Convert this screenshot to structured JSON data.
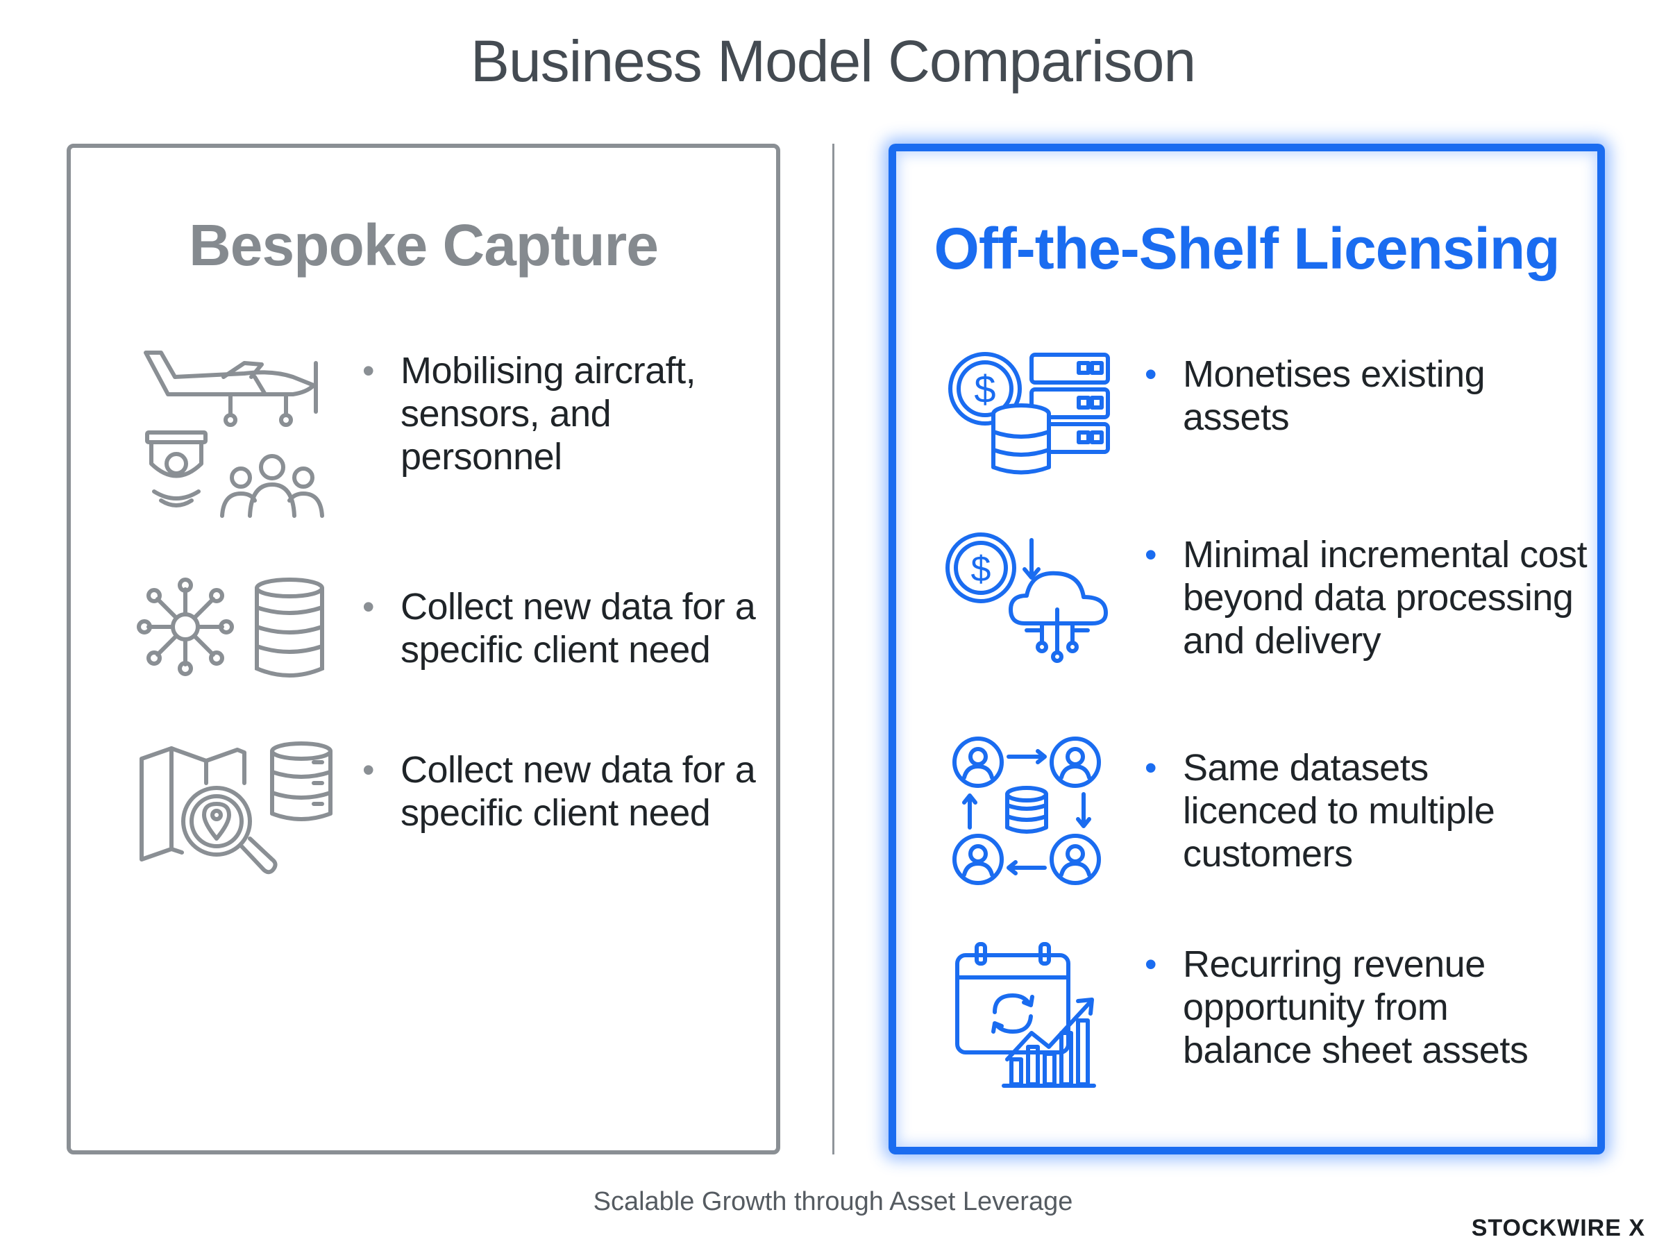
{
  "title": "Business Model Comparison",
  "left_panel": {
    "title": "Bespoke Capture",
    "items": [
      {
        "icon": "aircraft-sensors-personnel-icon",
        "text": "Mobilising aircraft, sensors, and personnel"
      },
      {
        "icon": "network-database-icon",
        "text": "Collect new data for a specific client need"
      },
      {
        "icon": "map-search-database-icon",
        "text": "Collect new data for a specific client need"
      }
    ]
  },
  "right_panel": {
    "title": "Off-the-Shelf Licensing",
    "items": [
      {
        "icon": "dollar-server-database-icon",
        "text": "Monetises existing assets"
      },
      {
        "icon": "dollar-cloud-icon",
        "text": "Minimal incremental cost beyond data processing and delivery"
      },
      {
        "icon": "users-cycle-database-icon",
        "text": "Same datasets licenced to multiple customers"
      },
      {
        "icon": "calendar-growth-chart-icon",
        "text": "Recurring revenue opportunity from balance sheet assets"
      }
    ]
  },
  "footer": "Scalable Growth through Asset Leverage",
  "logo": "STOCKWIRE X",
  "colors": {
    "accent": "#1a6cf0",
    "neutral": "#8a8f94",
    "text": "#1f2428"
  }
}
